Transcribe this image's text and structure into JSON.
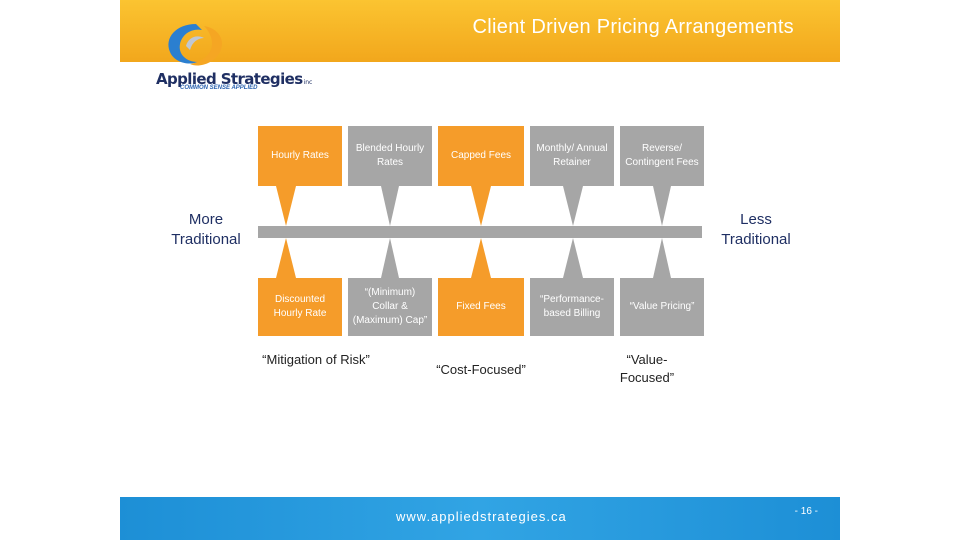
{
  "header": {
    "title": "Client Driven Pricing Arrangements"
  },
  "logo": {
    "name": "Applied Strategies",
    "suffix": "inc",
    "tagline": "COMMON SENSE APPLIED"
  },
  "scale": {
    "left_label": "More Traditional",
    "right_label": "Less Traditional"
  },
  "top_row": [
    {
      "label": "Hourly Rates",
      "style": "orange"
    },
    {
      "label": "Blended Hourly Rates",
      "style": "gray"
    },
    {
      "label": "Capped Fees",
      "style": "orange"
    },
    {
      "label": "Monthly/ Annual Retainer",
      "style": "gray"
    },
    {
      "label": "Reverse/ Contingent Fees",
      "style": "gray"
    }
  ],
  "bottom_row": [
    {
      "label": "Discounted Hourly Rate",
      "style": "orange"
    },
    {
      "label": "“(Minimum) Collar & (Maximum) Cap”",
      "style": "gray"
    },
    {
      "label": "Fixed Fees",
      "style": "orange"
    },
    {
      "label": "“Performance-based Billing",
      "style": "gray"
    },
    {
      "label": "“Value Pricing”",
      "style": "gray"
    }
  ],
  "categories": [
    {
      "label": "“Mitigation of Risk”"
    },
    {
      "label": "“Cost-Focused”"
    },
    {
      "label": "“Value-Focused”"
    }
  ],
  "footer": {
    "url": "www.appliedstrategies.ca",
    "page_number": "- 16 -"
  },
  "colors": {
    "orange": "#f59c2a",
    "gray": "#a6a6a6",
    "header_yellow": "#fbc431",
    "footer_blue": "#1d8fd6",
    "navy": "#1f2f63"
  }
}
